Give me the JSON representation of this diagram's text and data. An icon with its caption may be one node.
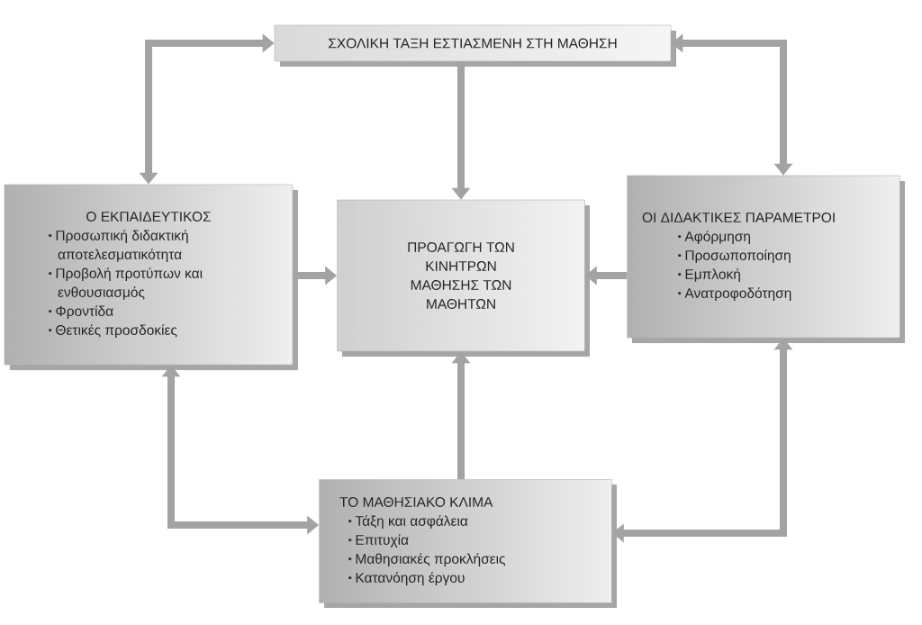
{
  "diagram": {
    "nodes": [
      {
        "text": [
          "ΣΧΟΛΙΚΗ ΤΑΞΗ ΕΣΤΙΑΣΜΕΝΗ ΣΤΗ ΜΑΘΗΣΗ"
        ]
      },
      {
        "text": [
          "Ο ΕΚΠΑΙΔΕΥΤΙΚΟΣ",
          "Προσωπική διδακτική αποτελεσματικότητα",
          "Προβολή προτύπων και ενθουσιασμός",
          "Φροντίδα",
          "Θετικές προσδοκίες"
        ]
      },
      {
        "text": [
          "ΠΡΟΑΓΩΓΗ ΤΩΝ ΚΙΝΗΤΡΩΝ ΜΑΘΗΣΗΣ ΤΩΝ ΜΑΘΗΤΩΝ"
        ]
      },
      {
        "text": [
          "ΟΙ ΔΙΔΑΚΤΙΚΕΣ ΠΑΡΑΜΕΤΡΟΙ",
          "Αφόρμηση",
          "Προσωποποίηση",
          "Εμπλοκή",
          "Ανατροφοδότηση"
        ]
      },
      {
        "text": [
          "ΤΟ ΜΑΘΗΣΙΑΚΟ ΚΛΙΜΑ",
          "Τάξη και ασφάλεια",
          "Επιτυχία",
          "Μαθησιακές προκλήσεις",
          "Κατανόηση έργου"
        ]
      }
    ],
    "edges": [
      {
        "from": 0,
        "to": 1,
        "arrow": "both"
      },
      {
        "from": 0,
        "to": 3,
        "arrow": "both"
      },
      {
        "from": 0,
        "to": 2,
        "arrow": "to"
      },
      {
        "from": 1,
        "to": 2,
        "arrow": "to"
      },
      {
        "from": 3,
        "to": 2,
        "arrow": "to"
      },
      {
        "from": 4,
        "to": 2,
        "arrow": "to"
      },
      {
        "from": 1,
        "to": 4,
        "arrow": "both"
      },
      {
        "from": 3,
        "to": 4,
        "arrow": "both"
      }
    ]
  }
}
